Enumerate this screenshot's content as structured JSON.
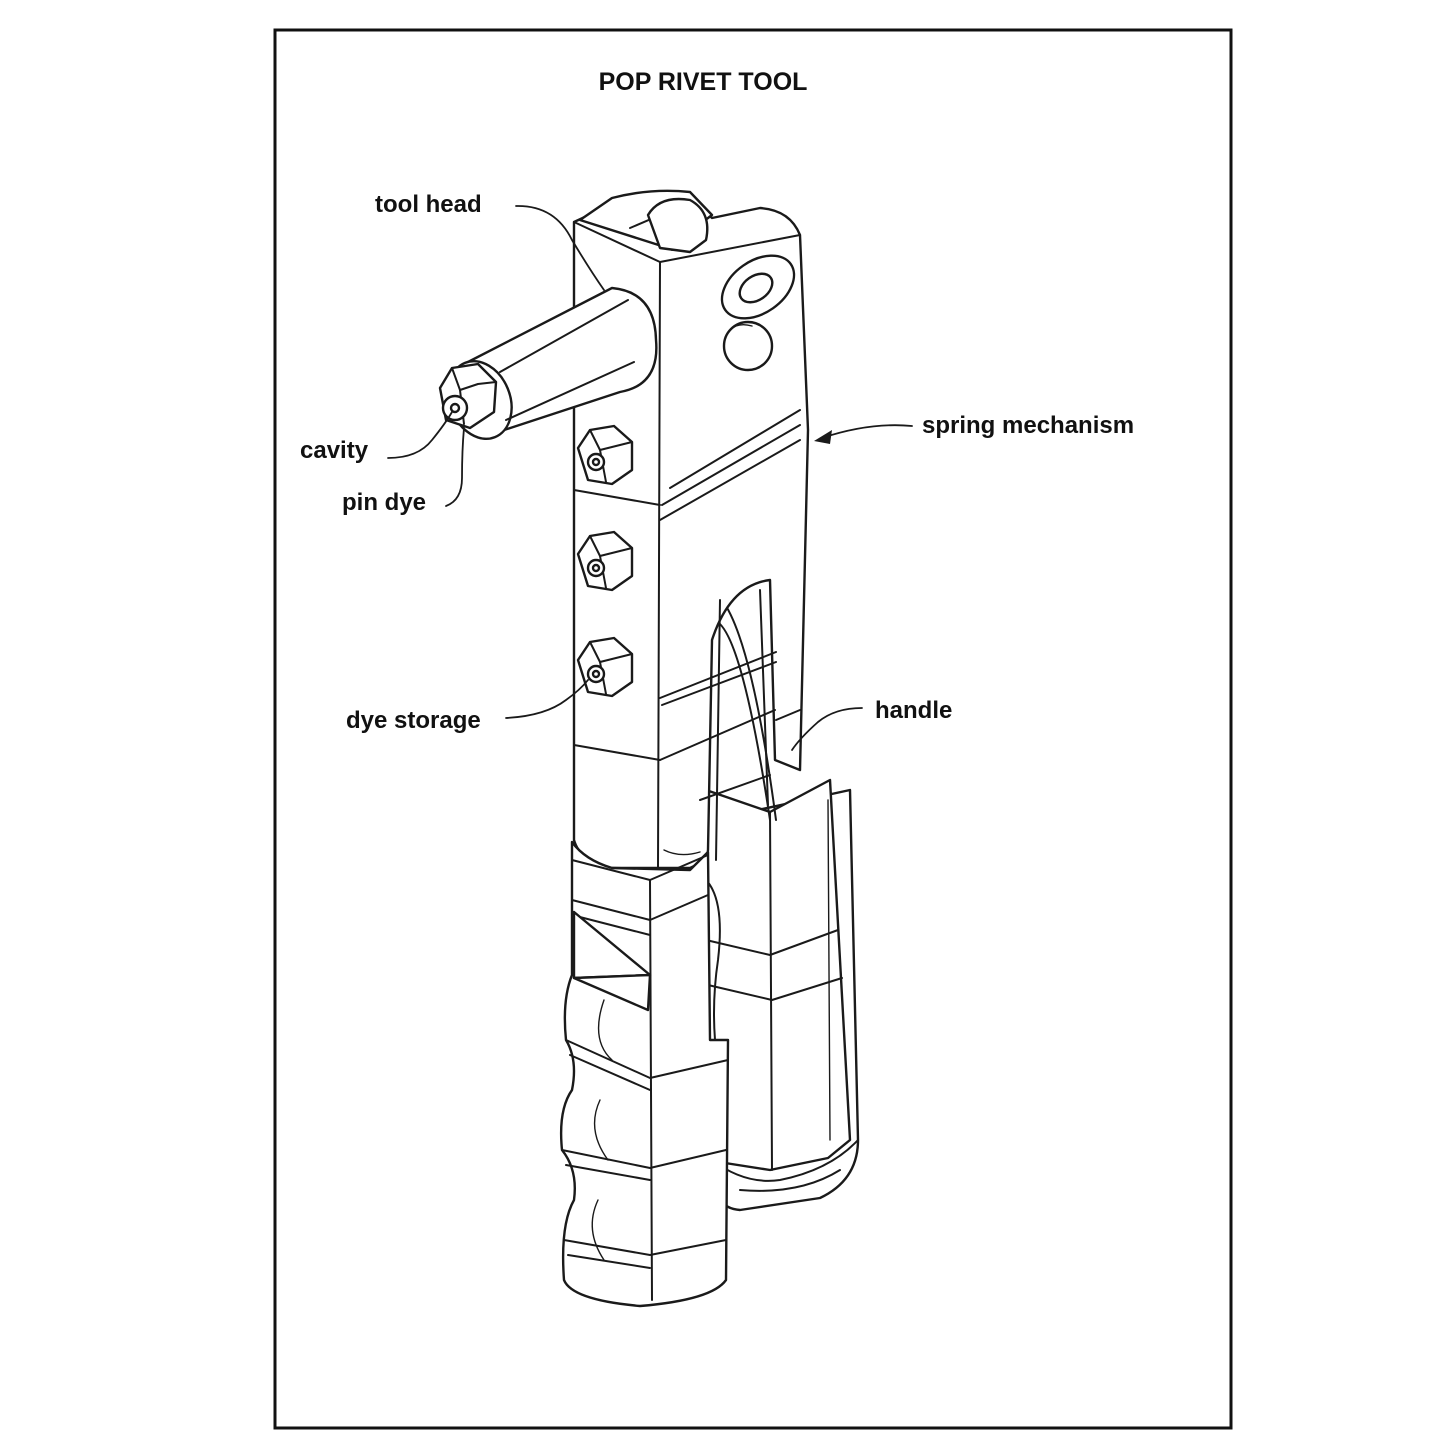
{
  "title": "POP RIVET TOOL",
  "labels": {
    "tool_head": "tool head",
    "cavity": "cavity",
    "pin_dye": "pin dye",
    "spring_mechanism": "spring mechanism",
    "dye_storage": "dye storage",
    "handle": "handle"
  }
}
